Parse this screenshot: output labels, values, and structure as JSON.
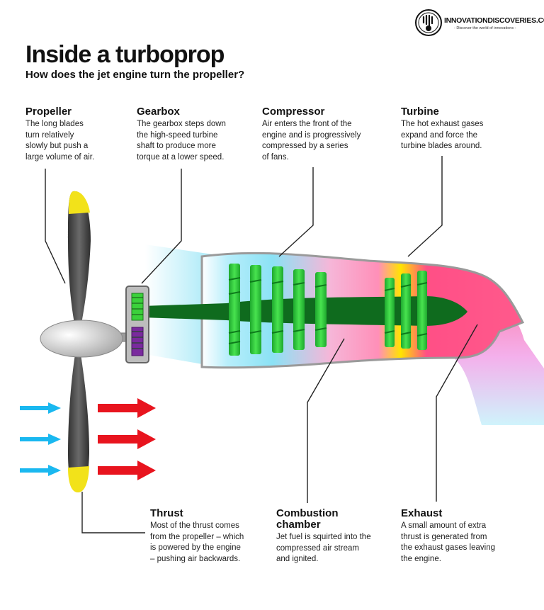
{
  "logo": {
    "text": "INNOVATIONDISCOVERIES.COM",
    "tagline": "- Discover the world of innovations -",
    "icon": "gear-brain-logo"
  },
  "title": "Inside a turboprop",
  "subtitle": "How does the jet engine turn the propeller?",
  "labels": {
    "propeller": {
      "heading": "Propeller",
      "body": "The long blades\nturn relatively\nslowly but push a\nlarge volume of air."
    },
    "gearbox": {
      "heading": "Gearbox",
      "body": "The gearbox steps down\nthe high-speed turbine\nshaft to produce more\ntorque at a lower speed."
    },
    "compressor": {
      "heading": "Compressor",
      "body": "Air enters the front of the\nengine and is progressively\ncompressed by a series\nof fans."
    },
    "turbine": {
      "heading": "Turbine",
      "body": "The hot exhaust gases\nexpand and force the\nturbine blades around."
    },
    "thrust": {
      "heading": "Thrust",
      "body": "Most of the thrust comes\nfrom the propeller – which\nis powered by the engine\n– pushing air backwards."
    },
    "combustion": {
      "heading": "Combustion\nchamber",
      "body": "Jet fuel is squirted into the\ncompressed air stream\nand ignited."
    },
    "exhaust": {
      "heading": "Exhaust",
      "body": "A small amount of extra\nthrust is generated from\nthe exhaust gases leaving\nthe engine."
    }
  },
  "colors": {
    "propeller_blade": "#4a4a4a",
    "blade_tip": "#f2e21a",
    "fan_blade": "#2ecc40",
    "shaft": "#0f6b1e",
    "gearbox_green": "#3bd13b",
    "gearbox_purple": "#7a2a9e",
    "intake_air": "#8be2f5",
    "hot_gas": "#ff5a8c",
    "combustion_yellow": "#ffe400",
    "arrow_in": "#1ab8f0",
    "arrow_out": "#e8141e",
    "leader_line": "#222222"
  }
}
